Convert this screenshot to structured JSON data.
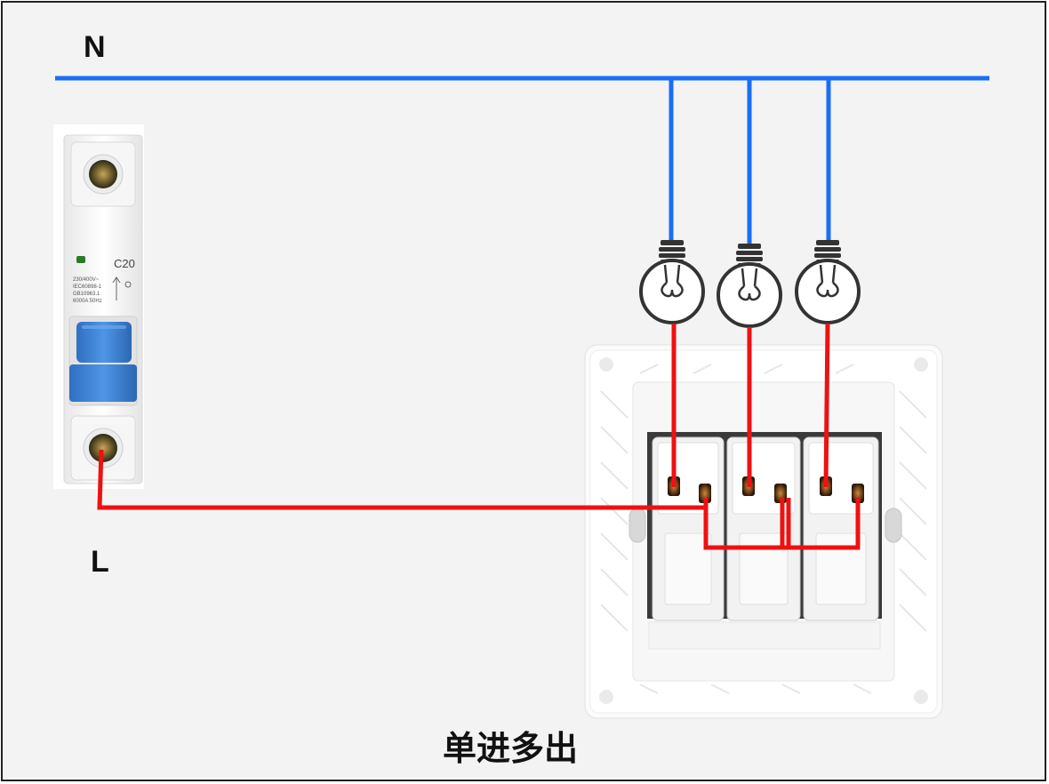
{
  "labels": {
    "neutral": "N",
    "live": "L",
    "caption": "单进多出"
  },
  "breaker": {
    "rating": "C20",
    "spec_lines": [
      "230/400V~",
      "IEC60898-1",
      "GB10963.1",
      "6000A 50Hz"
    ]
  },
  "colors": {
    "neutral_wire": "#1a6ef5",
    "live_wire": "#ee1111",
    "breaker_handle": "#3c84d8",
    "background": "#f3f3f3",
    "frame_border": "#222222"
  },
  "components": {
    "bulbs": [
      "bulb-icon",
      "bulb-icon",
      "bulb-icon"
    ],
    "switch_gangs": 3
  }
}
